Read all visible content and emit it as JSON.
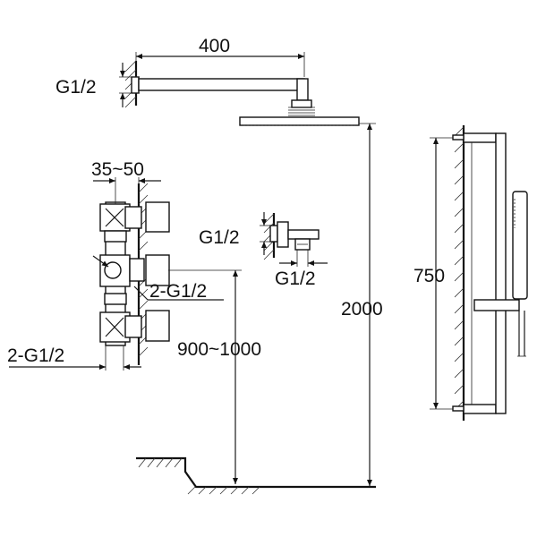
{
  "diagram": {
    "labels": {
      "arm_length": "400",
      "arm_thread": "G1/2",
      "wall_depth": "35~50",
      "valve_outlet": "2-G1/2",
      "valve_inlet": "2-G1/2",
      "elbow_thread_left": "G1/2",
      "elbow_thread_bottom": "G1/2",
      "valve_height": "900~1000",
      "total_height": "2000",
      "rail_length": "750"
    }
  }
}
